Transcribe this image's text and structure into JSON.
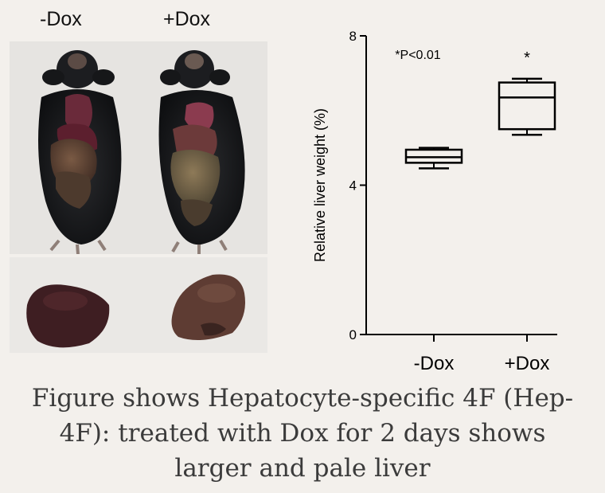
{
  "photo_labels": {
    "minus_dox": "-Dox",
    "plus_dox": "+Dox"
  },
  "caption": {
    "line1": "Figure shows Hepatocyte-specific 4F (Hep-",
    "line2": "4F): treated with Dox for 2 days shows",
    "line3": "larger and pale liver"
  },
  "chart_data": {
    "type": "box",
    "categories": [
      "-Dox",
      "+Dox"
    ],
    "ylabel": "Relative liver weight (%)",
    "xlabel": "",
    "ylim": [
      0,
      8
    ],
    "yticks": [
      0,
      4,
      8
    ],
    "boxes": [
      {
        "category": "-Dox",
        "min": 4.45,
        "q1": 4.6,
        "median": 4.75,
        "q3": 4.95,
        "max": 5.0
      },
      {
        "category": "+Dox",
        "min": 5.35,
        "q1": 5.5,
        "median": 6.35,
        "q3": 6.75,
        "max": 6.85
      }
    ],
    "annotations": [
      {
        "text": "*P<0.01",
        "position": "top-left"
      },
      {
        "text": "*",
        "category": "+Dox"
      }
    ],
    "grid": false,
    "legend": "none"
  }
}
